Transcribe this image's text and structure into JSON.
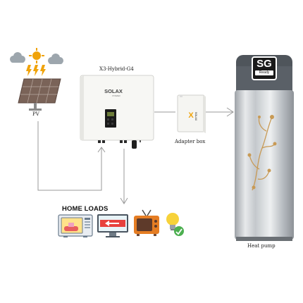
{
  "pv": {
    "label": "PV"
  },
  "inverter": {
    "model": "X3-Hybrid-G4",
    "brand": "SOLAX",
    "brand_sub": "POWER"
  },
  "adapter": {
    "label": "Adapter box",
    "brand": "SOLAX"
  },
  "home_loads": {
    "title": "HOME LOADS",
    "items": [
      "oven-icon",
      "monitor-icon",
      "tv-icon",
      "lightbulb-icon"
    ]
  },
  "heat_pump": {
    "label": "Heat pump",
    "badge_main": "SG",
    "badge_sub": "Ready"
  },
  "colors": {
    "line": "#9a9a9a",
    "accent_orange": "#f0a30a",
    "panel_brown": "#7a6358"
  }
}
